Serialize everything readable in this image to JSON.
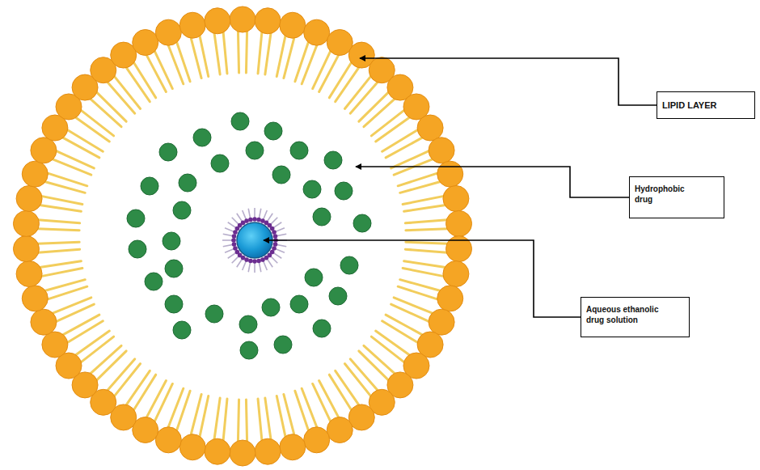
{
  "diagram": {
    "nodes": [
      {
        "text": [
          "LIPID LAYER"
        ]
      },
      {
        "text": [
          "Hydrophobic drug"
        ]
      },
      {
        "text": [
          "Aqueous ethanolic drug solution"
        ]
      }
    ]
  }
}
